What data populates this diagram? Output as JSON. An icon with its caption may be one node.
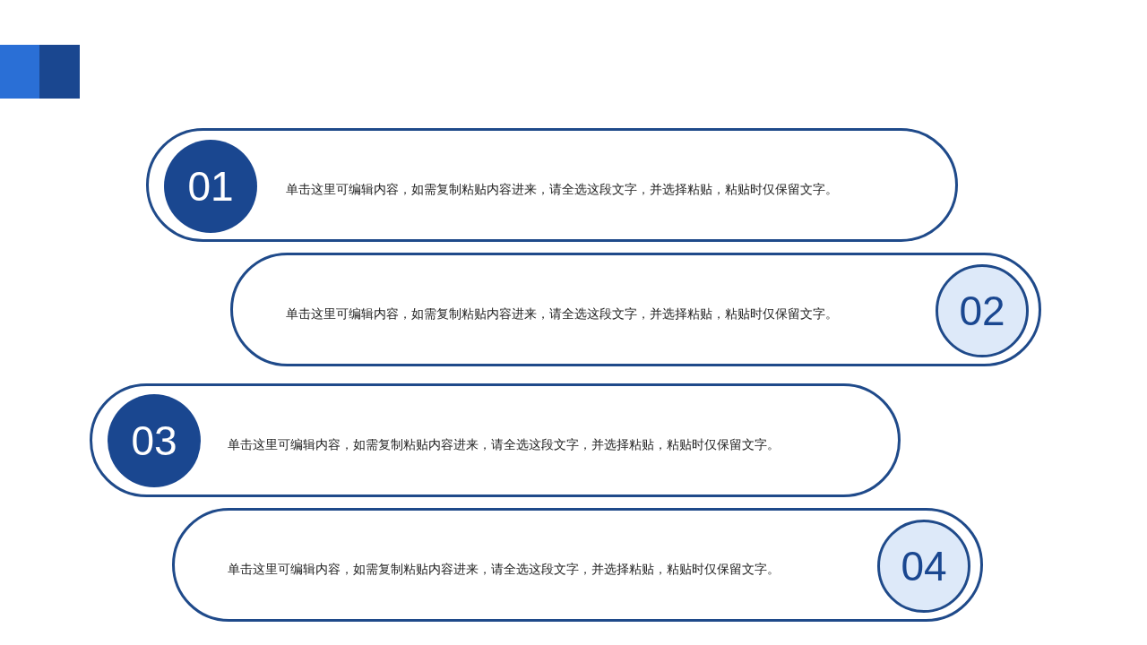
{
  "diagram": {
    "nodes": [
      {
        "text": [
          "单击这里可编辑内容，如需复制粘贴内容进来，请全选这段文字，并选择粘贴，粘贴时仅保留文字。"
        ]
      },
      {
        "text": [
          "01"
        ],
        "in": 0
      },
      {
        "text": [
          "单击这里可编辑内容，如需复制粘贴内容进来，请全选这段文字，并选择粘贴，粘贴时仅保留文字。"
        ]
      },
      {
        "text": [
          "02"
        ],
        "in": 2
      },
      {
        "text": [
          "单击这里可编辑内容，如需复制粘贴内容进来，请全选这段文字，并选择粘贴，粘贴时仅保留文字。"
        ]
      },
      {
        "text": [
          "03"
        ],
        "in": 4
      },
      {
        "text": [
          "单击这里可编辑内容，如需复制粘贴内容进来，请全选这段文字，并选择粘贴，粘贴时仅保留文字。"
        ]
      },
      {
        "text": [
          "04"
        ],
        "in": 6
      }
    ]
  }
}
